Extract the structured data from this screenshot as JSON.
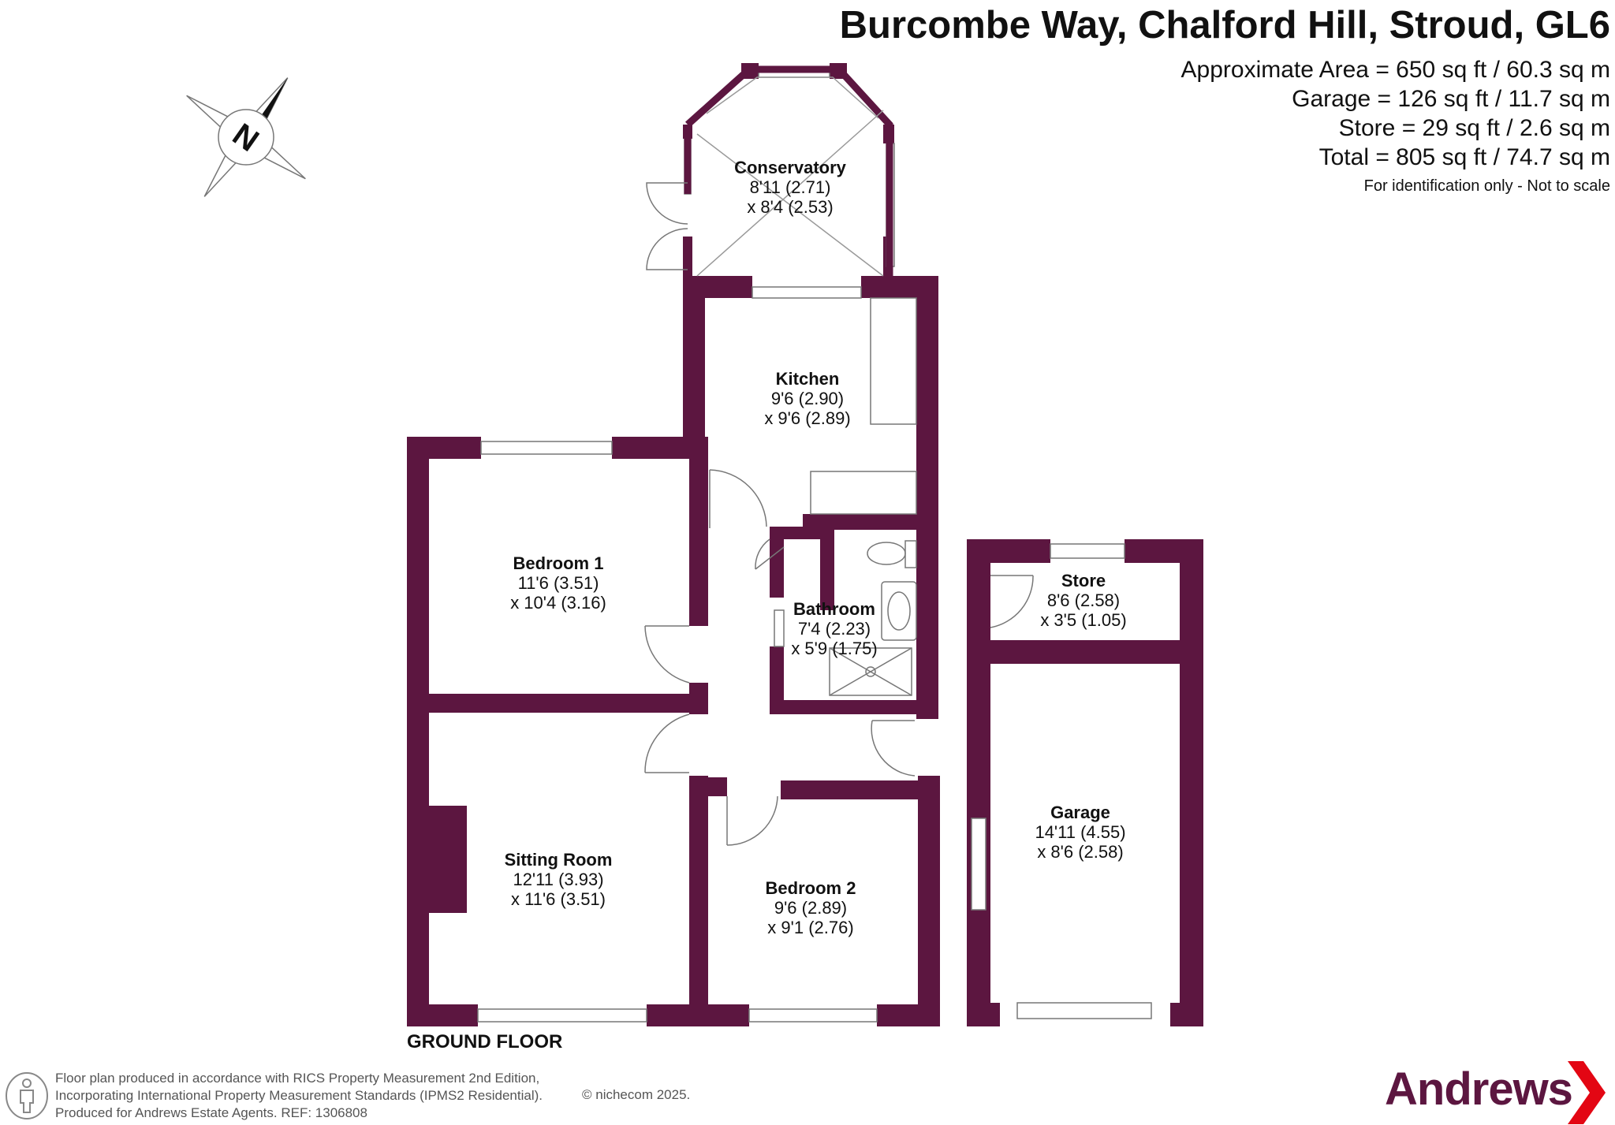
{
  "header": {
    "title": "Burcombe Way, Chalford Hill, Stroud, GL6",
    "areas": [
      "Approximate Area = 650 sq ft / 60.3 sq m",
      "Garage = 126 sq ft / 11.7 sq m",
      "Store = 29 sq ft / 2.6 sq m",
      "Total = 805 sq ft / 74.7 sq m"
    ],
    "disclaimer": "For identification only - Not to scale"
  },
  "compass": {
    "label": "N"
  },
  "rooms": {
    "conservatory": {
      "name": "Conservatory",
      "dim1": "8'11 (2.71)",
      "dim2": "x 8'4 (2.53)"
    },
    "kitchen": {
      "name": "Kitchen",
      "dim1": "9'6 (2.90)",
      "dim2": "x 9'6 (2.89)"
    },
    "bedroom1": {
      "name": "Bedroom 1",
      "dim1": "11'6 (3.51)",
      "dim2": "x 10'4 (3.16)"
    },
    "bathroom": {
      "name": "Bathroom",
      "dim1": "7'4 (2.23)",
      "dim2": "x 5'9 (1.75)"
    },
    "store": {
      "name": "Store",
      "dim1": "8'6 (2.58)",
      "dim2": "x 3'5 (1.05)"
    },
    "garage": {
      "name": "Garage",
      "dim1": "14'11 (4.55)",
      "dim2": "x 8'6 (2.58)"
    },
    "sitting": {
      "name": "Sitting Room",
      "dim1": "12'11 (3.93)",
      "dim2": "x 11'6 (3.51)"
    },
    "bedroom2": {
      "name": "Bedroom 2",
      "dim1": "9'6 (2.89)",
      "dim2": "x 9'1 (2.76)"
    }
  },
  "floor_label": "GROUND FLOOR",
  "footer": {
    "lines": [
      "Floor plan produced in accordance with RICS Property Measurement 2nd Edition,",
      "Incorporating International Property Measurement Standards (IPMS2 Residential).",
      "Produced for Andrews Estate Agents.    REF: 1306808"
    ],
    "copyright": "© nichecom 2025."
  },
  "logo": {
    "text": "Andrews",
    "color": "#5c1640",
    "chevron_color": "#e30613"
  },
  "colors": {
    "wall": "#5c1640",
    "fixture_line": "#888888"
  }
}
